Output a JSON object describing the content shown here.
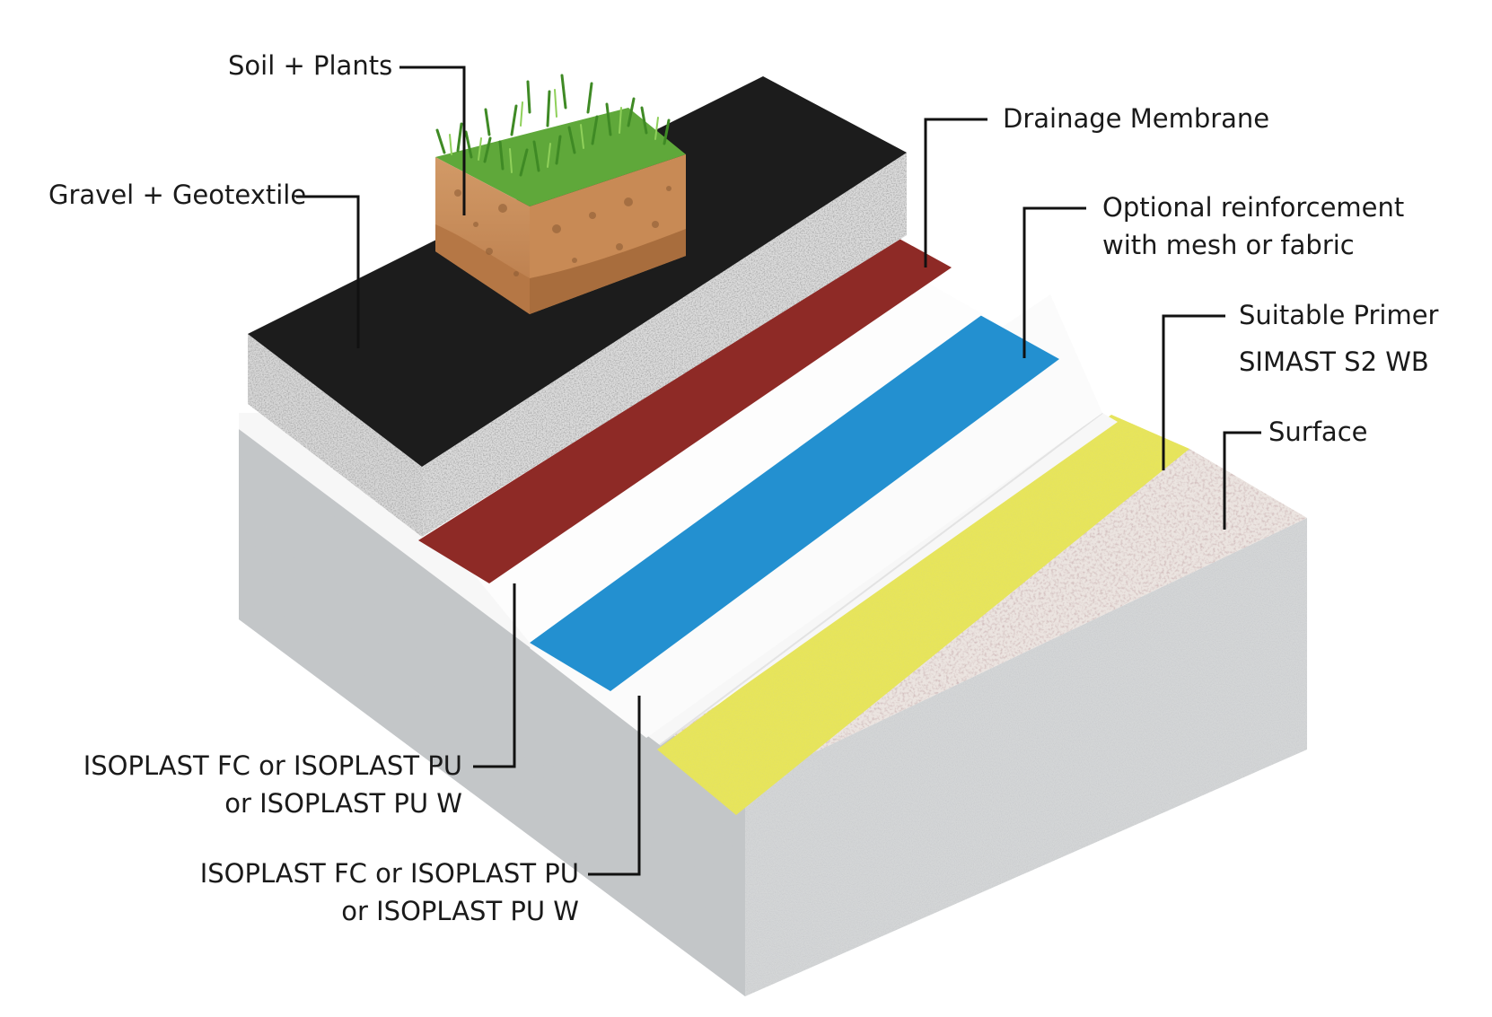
{
  "labels": {
    "soil_plants": "Soil + Plants",
    "gravel_geotextile": "Gravel + Geotextile",
    "drainage_membrane": "Drainage Membrane",
    "reinforcement_line1": "Optional reinforcement",
    "reinforcement_line2": "with mesh or fabric",
    "primer_line1": "Suitable Primer",
    "primer_line2": "SIMAST S2 WB",
    "surface": "Surface",
    "top_coat_line1": "ISOPLAST FC or ISOPLAST PU",
    "top_coat_line2": "or ISOPLAST PU W",
    "base_coat_line1": "ISOPLAST FC or ISOPLAST PU",
    "base_coat_line2": "or ISOPLAST PU W"
  },
  "colors": {
    "background": "#ffffff",
    "concrete": "#c9ccce",
    "granite_top": "#e6ded9",
    "primer_yellow": "#e7e55a",
    "coating_white": "#fbfbfb",
    "reinforcement_blue": "#2390d0",
    "drainage_red": "#8e2a26",
    "gravel": "#d2d2d2",
    "black_membrane": "#1c1c1c",
    "soil": "#c98e5d",
    "grass": "#5fa83a"
  }
}
